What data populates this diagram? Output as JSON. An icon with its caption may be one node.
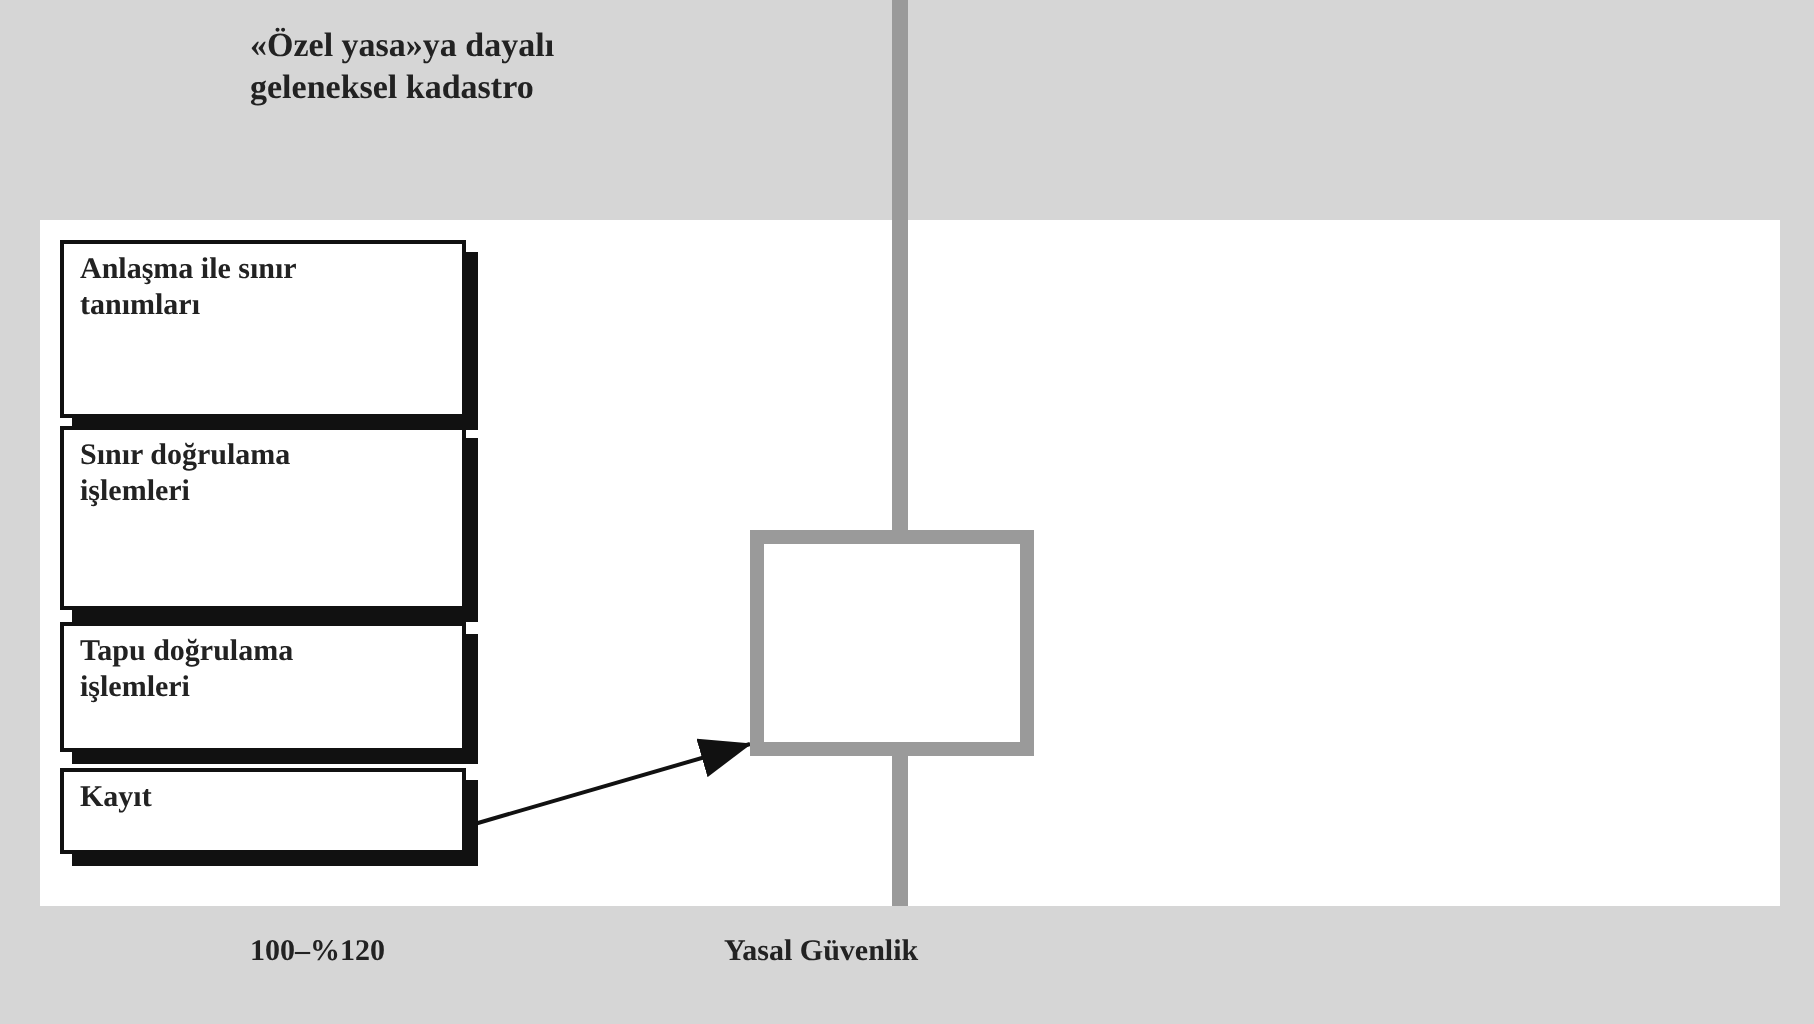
{
  "diagram": {
    "title": "«Özel yasa»ya dayalı geleneksel kadastro",
    "nodes": [
      {
        "text": [
          "Anlaşma ile sınır tanımları"
        ]
      },
      {
        "text": [
          "Sınır doğrulama işlemleri"
        ]
      },
      {
        "text": [
          "Tapu doğrulama işlemleri"
        ]
      },
      {
        "text": [
          "Kayıt"
        ]
      },
      {
        "text": [],
        "shape": "box"
      }
    ],
    "edges": [
      {
        "from": 3,
        "to": 4,
        "arrow": "to"
      }
    ],
    "labels": [
      "100–%120",
      "Yasal Güvenlik"
    ]
  }
}
